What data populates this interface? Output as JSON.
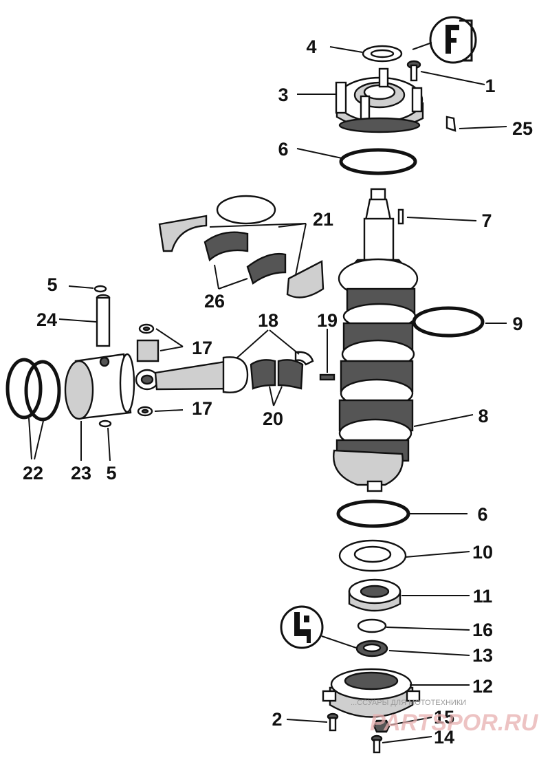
{
  "colors": {
    "ink": "#111111",
    "shade": "#cfcfcf",
    "watermark_text": "#9a9a9a",
    "watermark_logo": "#e8b0b0"
  },
  "icons": [
    "bolt-icon",
    "lubricant-symbol-icon",
    "sealant-symbol-icon"
  ],
  "callouts": {
    "c1": "1",
    "c2": "2",
    "c3": "3",
    "c4": "4",
    "c5a": "5",
    "c5b": "5",
    "c6a": "6",
    "c6b": "6",
    "c7": "7",
    "c8": "8",
    "c9": "9",
    "c10": "10",
    "c11": "11",
    "c12": "12",
    "c13": "13",
    "c14": "14",
    "c15": "15",
    "c16": "16",
    "c17a": "17",
    "c17b": "17",
    "c18": "18",
    "c19": "19",
    "c20": "20",
    "c21": "21",
    "c22": "22",
    "c23": "23",
    "c24": "24",
    "c25": "25",
    "c26": "26"
  },
  "watermark": {
    "tagline": "...ССУАРЫ ДЛЯ МОТОТЕХНИКИ",
    "brand": "PARTSPOR.RU"
  }
}
